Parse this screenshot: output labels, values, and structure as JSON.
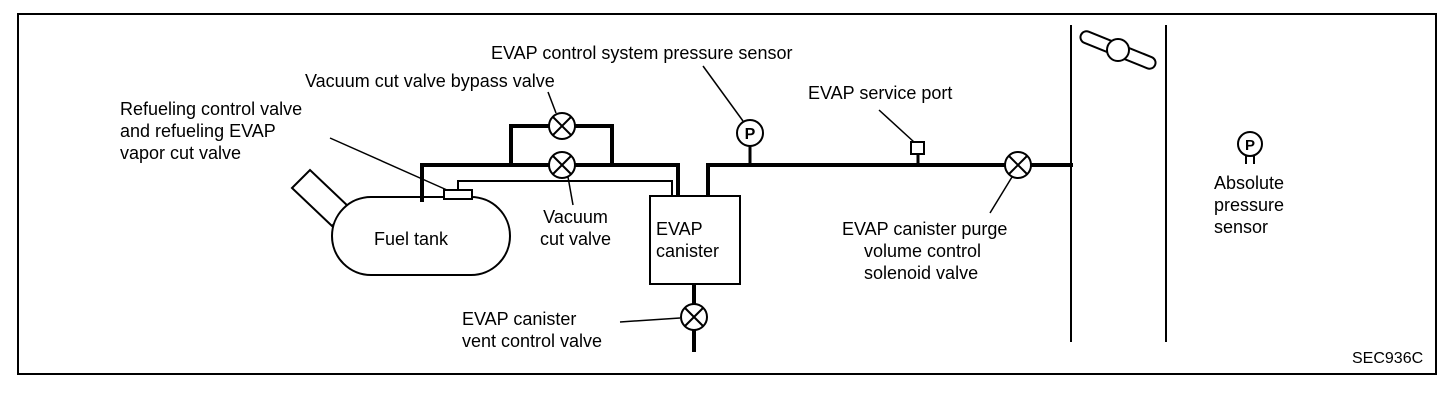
{
  "labels": {
    "pressure_sensor": "EVAP control system pressure sensor",
    "bypass_valve": "Vacuum cut valve bypass valve",
    "refueling_valve": [
      "Refueling control valve",
      "and refueling EVAP",
      "vapor cut valve"
    ],
    "service_port": "EVAP service port",
    "fuel_tank": "Fuel tank",
    "vacuum_cut_valve": [
      "Vacuum",
      "cut valve"
    ],
    "canister": [
      "EVAP",
      "canister"
    ],
    "purge_valve": [
      "EVAP canister purge",
      "volume control",
      "solenoid valve"
    ],
    "absolute_sensor": [
      "Absolute",
      "pressure",
      "sensor"
    ],
    "vent_valve": [
      "EVAP canister",
      "vent control valve"
    ],
    "figure_code": "SEC936C",
    "sensor_symbol": "P"
  }
}
